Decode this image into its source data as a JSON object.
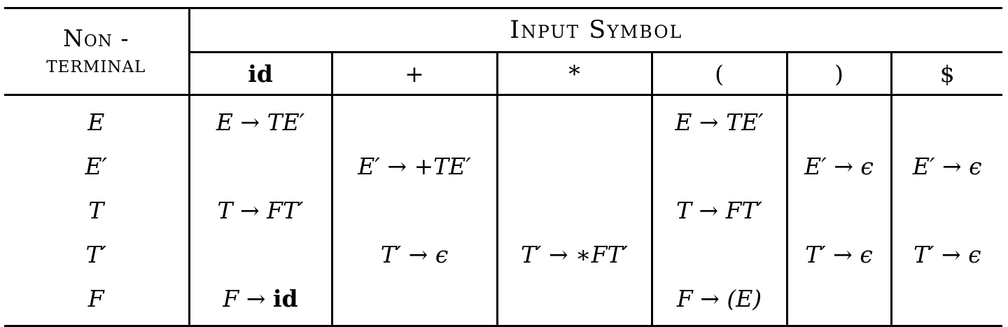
{
  "header": {
    "nonterminal_line1": "Non -",
    "nonterminal_line2": "terminal",
    "input_symbol": "Input Symbol",
    "symbols": [
      "id",
      "+",
      "*",
      "(",
      ")",
      "$"
    ]
  },
  "rows": [
    {
      "nonterminal": "E",
      "cells": [
        "E → TE′",
        "",
        "",
        "E → TE′",
        "",
        ""
      ]
    },
    {
      "nonterminal": "E′",
      "cells": [
        "",
        "E′ → +TE′",
        "",
        "",
        "E′ → ϵ",
        "E′ → ϵ"
      ]
    },
    {
      "nonterminal": "T",
      "cells": [
        "T → FT′",
        "",
        "",
        "T → FT′",
        "",
        ""
      ]
    },
    {
      "nonterminal": "T′",
      "cells": [
        "",
        "T′ → ϵ",
        "T′ → ∗FT′",
        "",
        "T′ → ϵ",
        "T′ → ϵ"
      ]
    },
    {
      "nonterminal": "F",
      "cells": [
        "F → id",
        "",
        "",
        "F → (E)",
        "",
        ""
      ]
    }
  ]
}
